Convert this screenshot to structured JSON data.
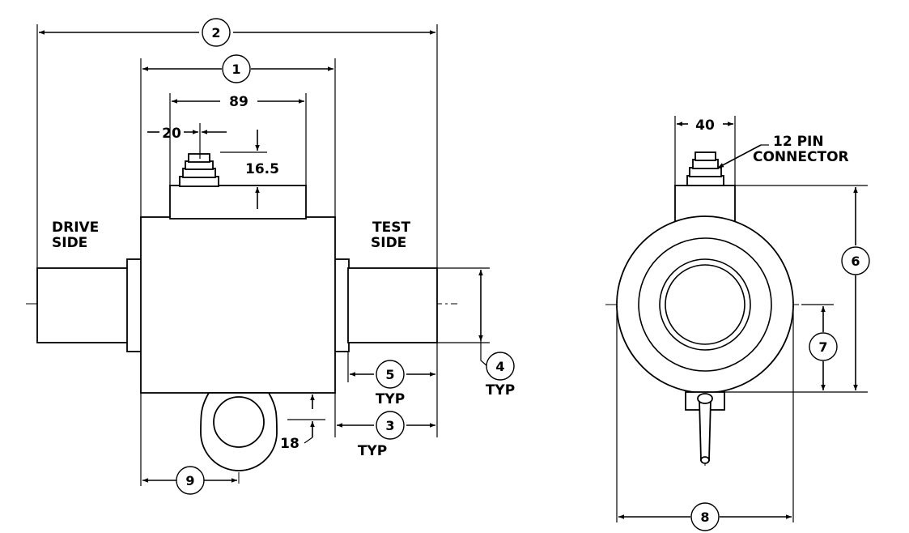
{
  "side_view": {
    "drive_side": [
      "DRIVE",
      "SIDE"
    ],
    "test_side": [
      "TEST",
      "SIDE"
    ],
    "dim_89": "89",
    "dim_20": "20",
    "dim_16_5": "16.5",
    "dim_18": "18",
    "typ": "TYP",
    "bubbles": [
      "1",
      "2",
      "3",
      "4",
      "5",
      "9"
    ]
  },
  "end_view": {
    "dim_40": "40",
    "connector": [
      "12 PIN",
      "CONNECTOR"
    ],
    "bubbles": [
      "6",
      "7",
      "8"
    ]
  }
}
